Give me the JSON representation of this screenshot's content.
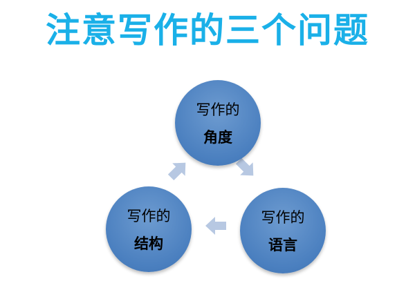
{
  "title": "注意写作的三个问题",
  "nodes": [
    {
      "prefix": "写作的",
      "topic": "角度"
    },
    {
      "prefix": "写作的",
      "topic": "语言"
    },
    {
      "prefix": "写作的",
      "topic": "结构"
    }
  ],
  "colors": {
    "title": "#1ab0e8",
    "node_fill": "#4a7fbf",
    "arrow": "#b7c8e2"
  },
  "icons": [
    "arrow-right-down-icon",
    "arrow-left-icon",
    "arrow-right-up-icon"
  ]
}
